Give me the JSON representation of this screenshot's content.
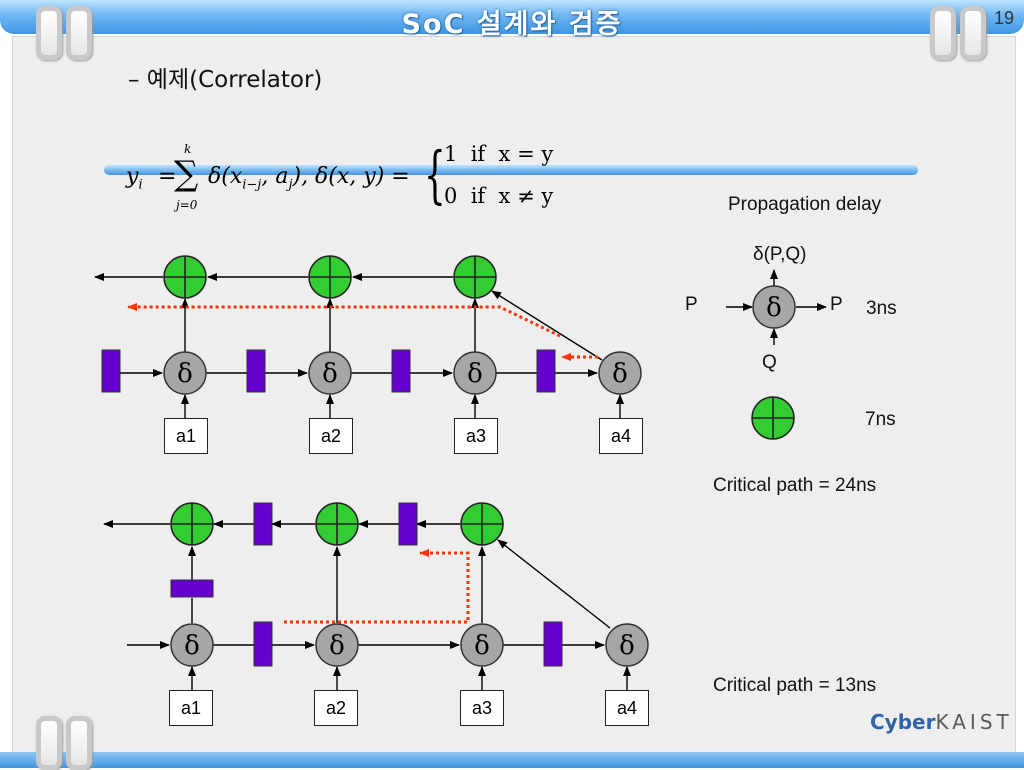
{
  "header": {
    "title": "SoC 설계와 검증",
    "page_number": "19"
  },
  "bullet": "–  예제(Correlator)",
  "formula": {
    "lhs": "y",
    "lhs_sub": "i",
    "sum_top": "k",
    "sum_bottom": "j=0",
    "body": "δ(x",
    "body_sub": "i−j",
    "body2": ", a",
    "body2_sub": "j",
    "body3": "), δ(x, y) =",
    "case1": "1  if  x = y",
    "case2": "0  if  x ≠ y"
  },
  "legend": {
    "title": "Propagation delay",
    "delta_top": "δ(P,Q)",
    "delta_left": "P",
    "delta_right": "P",
    "delta_bottom": "Q",
    "delta_time": "3ns",
    "adder_time": "7ns"
  },
  "critical_path_1": "Critical path = 24ns",
  "critical_path_2": "Critical path = 13ns",
  "delta_symbol": "δ",
  "top_inputs": [
    "a1",
    "a2",
    "a3",
    "a4"
  ],
  "bottom_inputs": [
    "a1",
    "a2",
    "a3",
    "a4"
  ],
  "logo": {
    "cyber": "Cyber",
    "kaist": "KAIST"
  },
  "colors": {
    "adder_fill": "#33cc33",
    "delta_fill": "#a6a6a6",
    "register_fill": "#6600cc",
    "critical_path": "#ff3300",
    "header_bar": "#3f95e0"
  }
}
